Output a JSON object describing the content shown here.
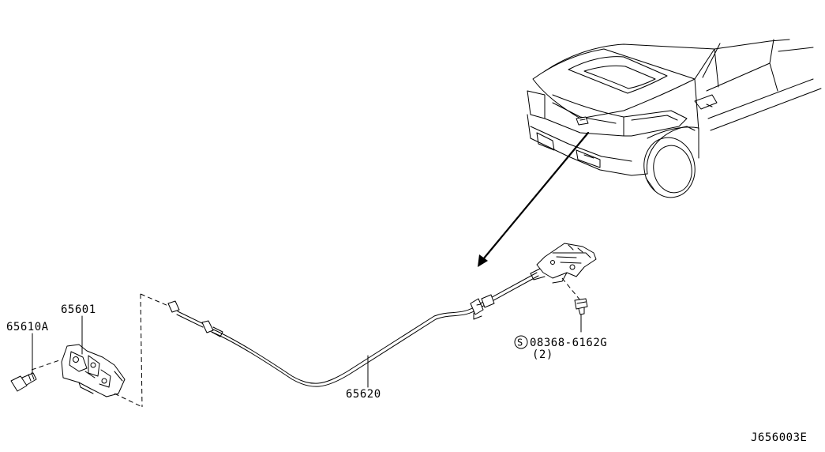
{
  "diagram": {
    "parts": {
      "lock_bolt": {
        "number": "65610A"
      },
      "hood_lock": {
        "number": "65601"
      },
      "release_cable": {
        "number": "65620"
      },
      "screw": {
        "number": "08368-6162G",
        "symbol": "S",
        "quantity": "(2)"
      }
    },
    "drawing_code": "J656003E"
  }
}
